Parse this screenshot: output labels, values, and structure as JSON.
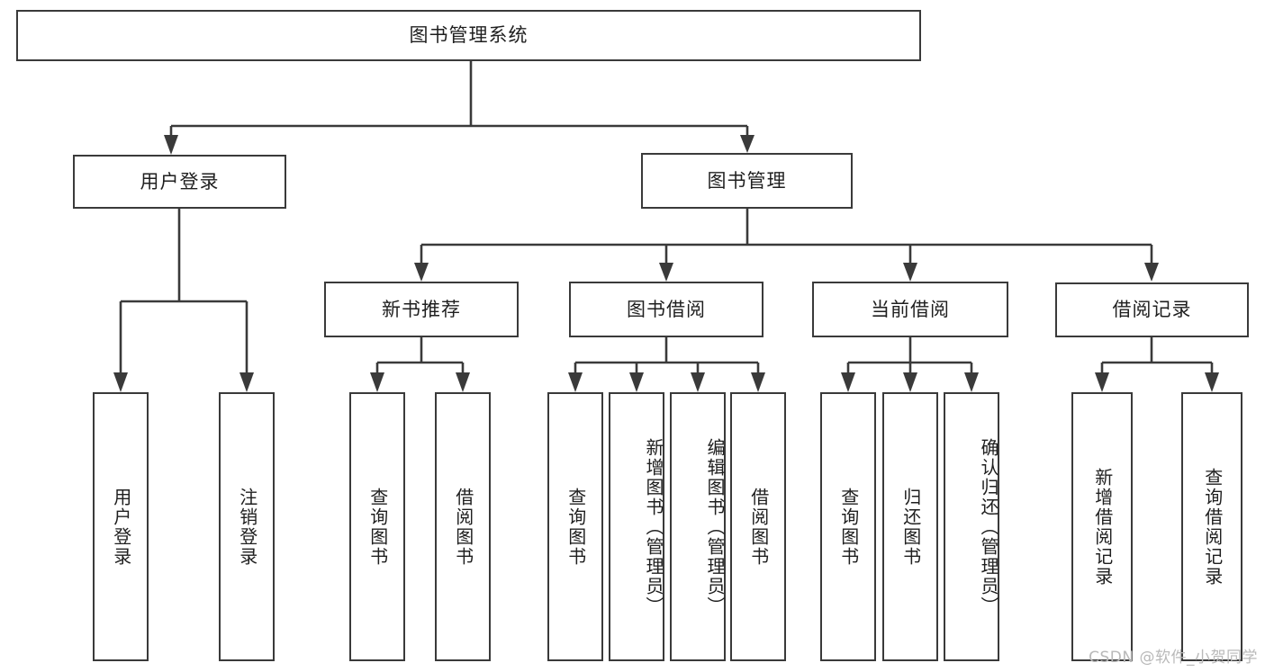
{
  "diagram": {
    "title": "图书管理系统",
    "type": "tree",
    "root": {
      "label": "图书管理系统"
    },
    "level2": [
      {
        "label": "用户登录"
      },
      {
        "label": "图书管理"
      }
    ],
    "level3": [
      {
        "label": "新书推荐"
      },
      {
        "label": "图书借阅"
      },
      {
        "label": "当前借阅"
      },
      {
        "label": "借阅记录"
      }
    ],
    "leaves": {
      "user_login": [
        {
          "label": "用户登录"
        },
        {
          "label": "注销登录"
        }
      ],
      "new_book_recommend": [
        {
          "label": "查询图书"
        },
        {
          "label": "借阅图书"
        }
      ],
      "book_borrow": [
        {
          "label": "查询图书"
        },
        {
          "label": "新增图书（管理员）"
        },
        {
          "label": "编辑图书（管理员）"
        },
        {
          "label": "借阅图书"
        }
      ],
      "current_borrow": [
        {
          "label": "查询图书"
        },
        {
          "label": "归还图书"
        },
        {
          "label": "确认归还（管理员）"
        }
      ],
      "borrow_record": [
        {
          "label": "新增借阅记录"
        },
        {
          "label": "查询借阅记录"
        }
      ]
    }
  },
  "watermark": {
    "text": "CSDN @软件_小贺同学"
  },
  "colors": {
    "border": "#3a3a3a",
    "background": "#ffffff",
    "text": "#1f1f1f",
    "watermark": "#b9b9b9"
  }
}
